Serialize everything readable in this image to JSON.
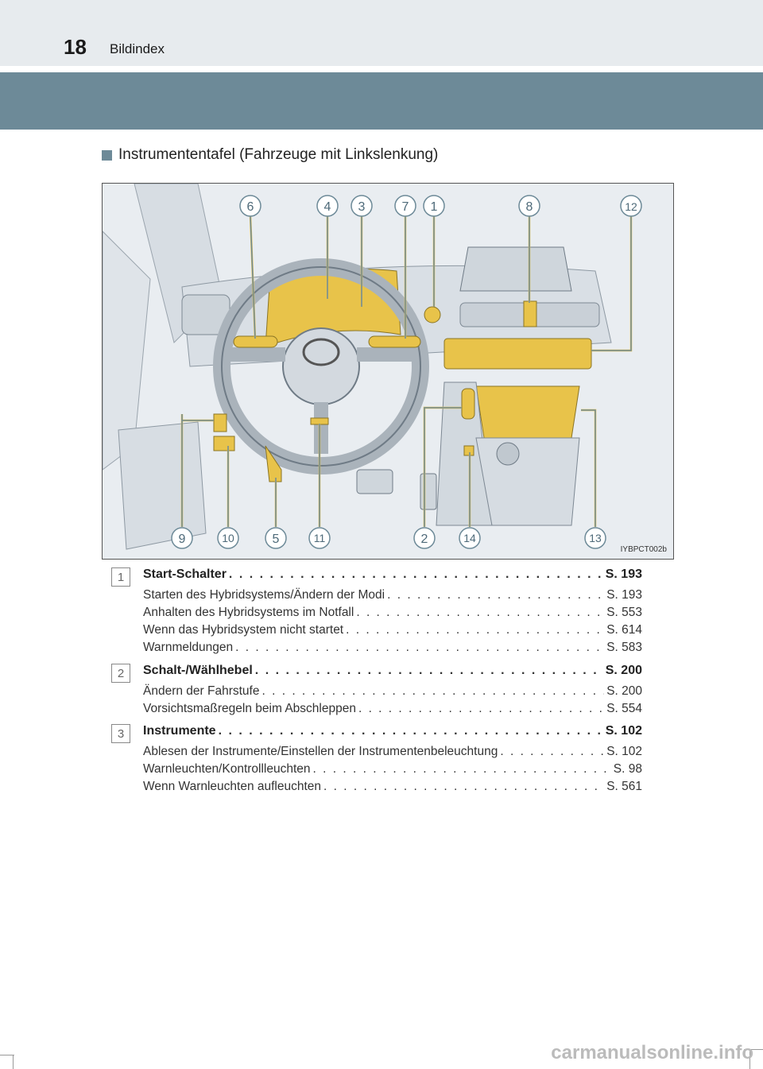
{
  "header": {
    "page_number": "18",
    "title": "Bildindex"
  },
  "section": {
    "title": "Instrumententafel (Fahrzeuge mit Linkslenkung)"
  },
  "figure": {
    "code": "IYBPCT002b",
    "callouts_top": [
      "6",
      "4",
      "3",
      "7",
      "1",
      "8",
      "12"
    ],
    "callouts_bottom": [
      "9",
      "10",
      "5",
      "11",
      "2",
      "14",
      "13"
    ]
  },
  "entries": [
    {
      "number": "1",
      "title": "Start-Schalter",
      "page": "S. 193",
      "subs": [
        {
          "text": "Starten des Hybridsystems/Ändern der Modi",
          "page": "S. 193"
        },
        {
          "text": "Anhalten des Hybridsystems im Notfall",
          "page": "S. 553"
        },
        {
          "text": "Wenn das Hybridsystem nicht startet",
          "page": "S. 614"
        },
        {
          "text": "Warnmeldungen",
          "page": "S. 583"
        }
      ]
    },
    {
      "number": "2",
      "title": "Schalt-/Wählhebel",
      "page": "S. 200",
      "subs": [
        {
          "text": "Ändern der Fahrstufe",
          "page": "S. 200"
        },
        {
          "text": "Vorsichtsmaßregeln beim Abschleppen",
          "page": "S. 554"
        }
      ]
    },
    {
      "number": "3",
      "title": "Instrumente",
      "page": "S. 102",
      "subs": [
        {
          "text": "Ablesen der Instrumente/Einstellen der Instrumentenbeleuchtung",
          "page": "S. 102"
        },
        {
          "text": "Warnleuchten/Kontrollleuchten",
          "page": "S. 98"
        },
        {
          "text": "Wenn Warnleuchten aufleuchten",
          "page": "S. 561"
        }
      ]
    }
  ],
  "footer": {
    "watermark": "carmanualsonline.info"
  },
  "colors": {
    "accent": "#6d8a98",
    "highlight": "#e8c34a"
  }
}
